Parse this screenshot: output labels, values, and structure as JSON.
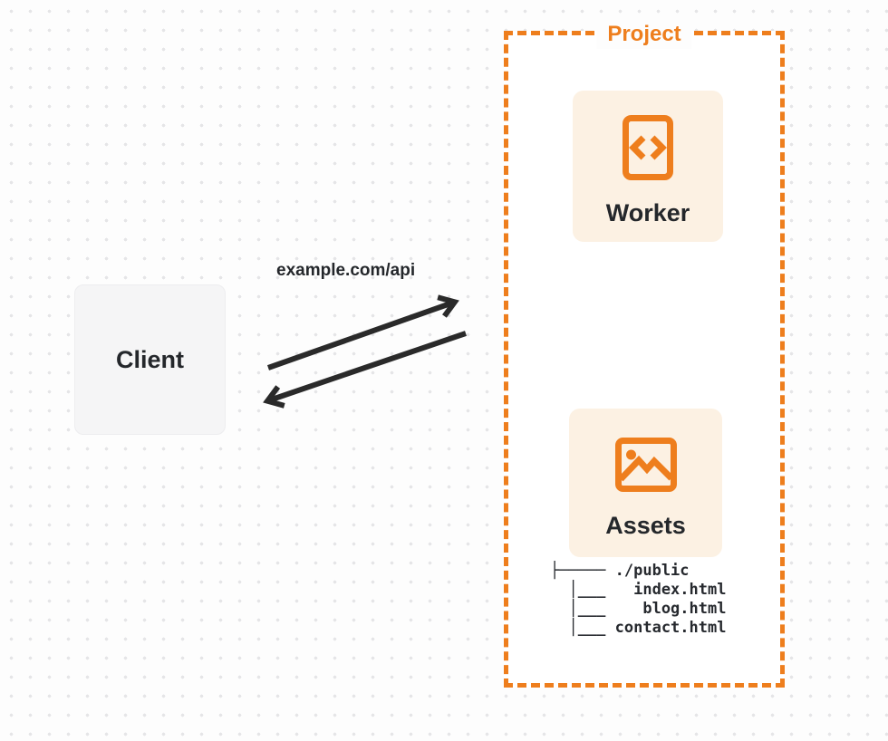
{
  "colors": {
    "accent_orange": "#EE7E1D",
    "card_cream": "#FCF1E3",
    "client_gray": "#F5F5F6",
    "ink": "#24272B",
    "arrow": "#2A2A2A",
    "page_background": "#FDFDFD",
    "dot_grid": "#E5E5E7"
  },
  "client": {
    "label": "Client"
  },
  "request": {
    "url": "example.com/api"
  },
  "project": {
    "label": "Project",
    "worker": {
      "label": "Worker",
      "icon": "code-file-icon"
    },
    "assets": {
      "label": "Assets",
      "icon": "image-icon"
    },
    "file_tree": {
      "root": "./public",
      "files": [
        "index.html",
        "blog.html",
        "contact.html"
      ],
      "lines": [
        "├───── ./public",
        "  │___   index.html",
        "  │___    blog.html",
        "  │___ contact.html"
      ]
    }
  }
}
